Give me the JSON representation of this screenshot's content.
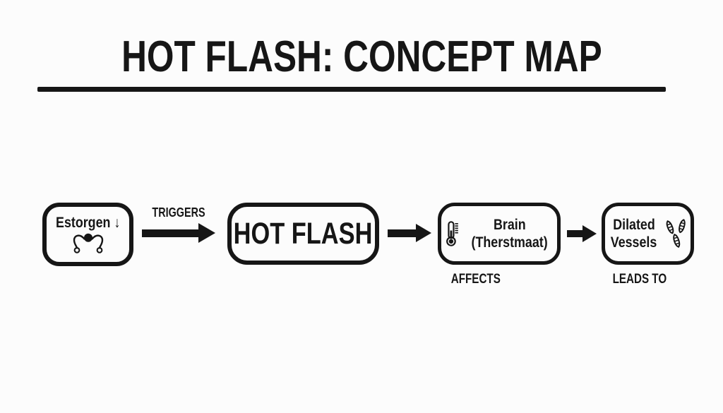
{
  "title": "HOT FLASH: CONCEPT MAP",
  "colors": {
    "ink": "#161616",
    "background": "#fcfcfc"
  },
  "nodes": {
    "estrogen": {
      "label": "Estorgen ↓",
      "icon": "ovaries-icon"
    },
    "hotflash": {
      "label": "HOT FLASH"
    },
    "brain": {
      "line1": "Brain",
      "line2": "(Therstmaat)",
      "icon": "thermometer-icon"
    },
    "vessels": {
      "line1": "Dilated",
      "line2": "Vessels",
      "icon": "vessels-icon"
    }
  },
  "edges": {
    "triggers": {
      "label": "TRIGGERS"
    },
    "affects": {
      "label": "AFFECTS"
    },
    "leads_to": {
      "label": "LEADS TO"
    }
  }
}
